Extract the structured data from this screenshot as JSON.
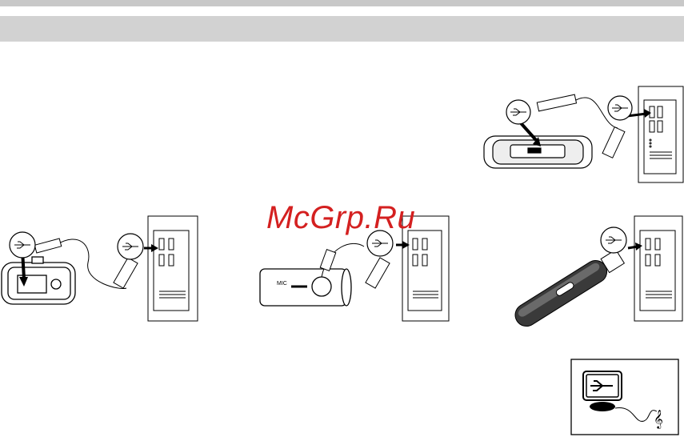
{
  "page": {
    "colors": {
      "top_bar": "#c8c8c8",
      "section_bar": "#d2d2d2",
      "watermark": "#d42020"
    }
  },
  "watermark": {
    "text": "McGrp.Ru"
  },
  "illustrations": [
    {
      "name": "player-with-clip-to-pc",
      "icons": [
        "usb-icon",
        "usb-icon"
      ]
    },
    {
      "name": "camera-player-to-pc",
      "icons": [
        "usb-icon",
        "usb-icon"
      ]
    },
    {
      "name": "cylinder-recorder-to-pc",
      "label": "MIC",
      "icons": [
        "usb-icon"
      ]
    },
    {
      "name": "usb-stick-to-pc",
      "icons": [
        "usb-icon"
      ]
    },
    {
      "name": "usb-music-box",
      "icons": [
        "usb-icon",
        "treble-clef-icon"
      ]
    }
  ]
}
